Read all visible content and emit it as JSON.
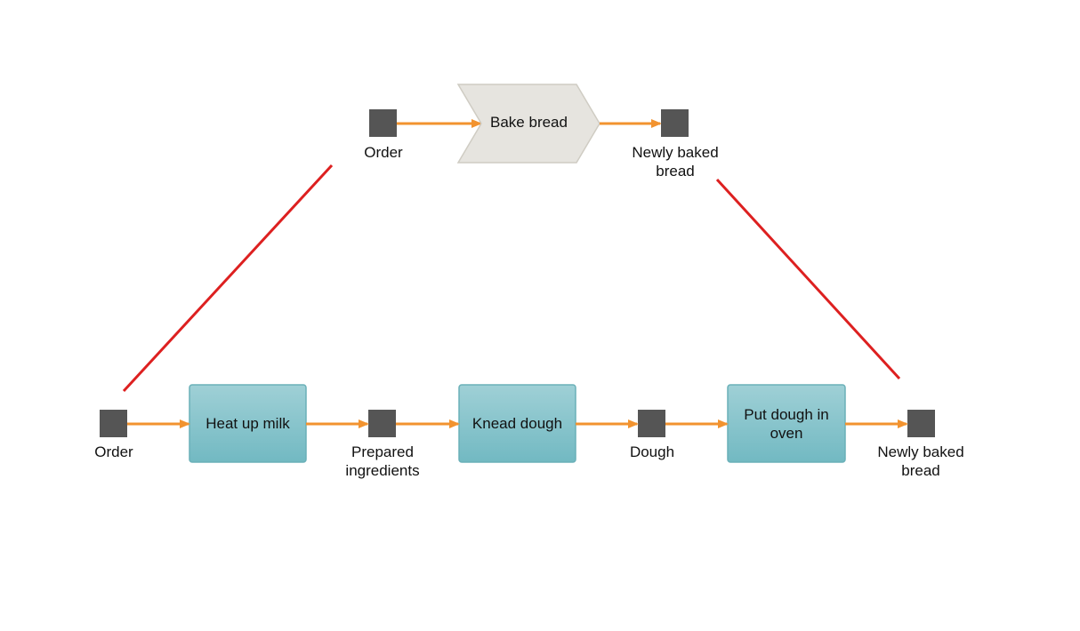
{
  "colors": {
    "arrow": "#f2932f",
    "square": "#555555",
    "process_fill_top": "#9fd0d6",
    "process_fill_bottom": "#72b9c2",
    "process_stroke": "#6ab0b8",
    "chevron_fill": "#e6e4df",
    "chevron_stroke": "#cfccc3",
    "connector": "#dd2020"
  },
  "top": {
    "input_label": "Order",
    "process_label": "Bake bread",
    "output_label": "Newly baked\nbread"
  },
  "bottom": {
    "steps": [
      {
        "label": "Heat up milk"
      },
      {
        "label": "Knead dough"
      },
      {
        "label": "Put dough in\noven"
      }
    ],
    "objects": [
      {
        "label": "Order"
      },
      {
        "label": "Prepared\ningredients"
      },
      {
        "label": "Dough"
      },
      {
        "label": "Newly baked\nbread"
      }
    ]
  }
}
